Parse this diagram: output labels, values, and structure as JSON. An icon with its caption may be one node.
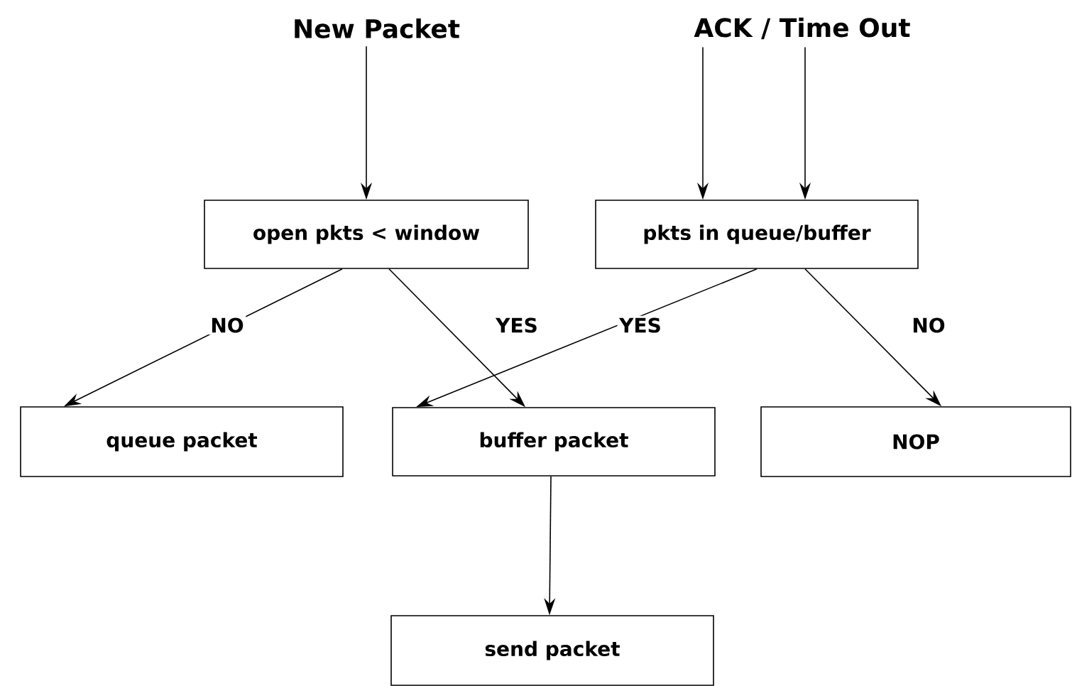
{
  "diagram": {
    "nodes": [
      {
        "text": [
          "New Packet"
        ]
      },
      {
        "text": [
          "ACK / Time Out"
        ]
      },
      {
        "text": [
          "open pkts < window"
        ]
      },
      {
        "text": [
          "pkts in queue/buffer"
        ]
      },
      {
        "text": [
          "queue packet"
        ]
      },
      {
        "text": [
          "buffer packet"
        ]
      },
      {
        "text": [
          "NOP"
        ]
      },
      {
        "text": [
          "send packet"
        ]
      }
    ],
    "edges": [
      {
        "from": 0,
        "to": 2,
        "arrow": "to"
      },
      {
        "from": 1,
        "to": 3,
        "arrow": "to"
      },
      {
        "from": 1,
        "to": 3,
        "arrow": "to"
      },
      {
        "from": 2,
        "to": 4,
        "arrow": "to",
        "label": "NO"
      },
      {
        "from": 2,
        "to": 5,
        "arrow": "to",
        "label": "YES"
      },
      {
        "from": 3,
        "to": 5,
        "arrow": "to",
        "label": "YES"
      },
      {
        "from": 3,
        "to": 6,
        "arrow": "to",
        "label": "NO"
      },
      {
        "from": 5,
        "to": 7,
        "arrow": "to"
      }
    ]
  }
}
